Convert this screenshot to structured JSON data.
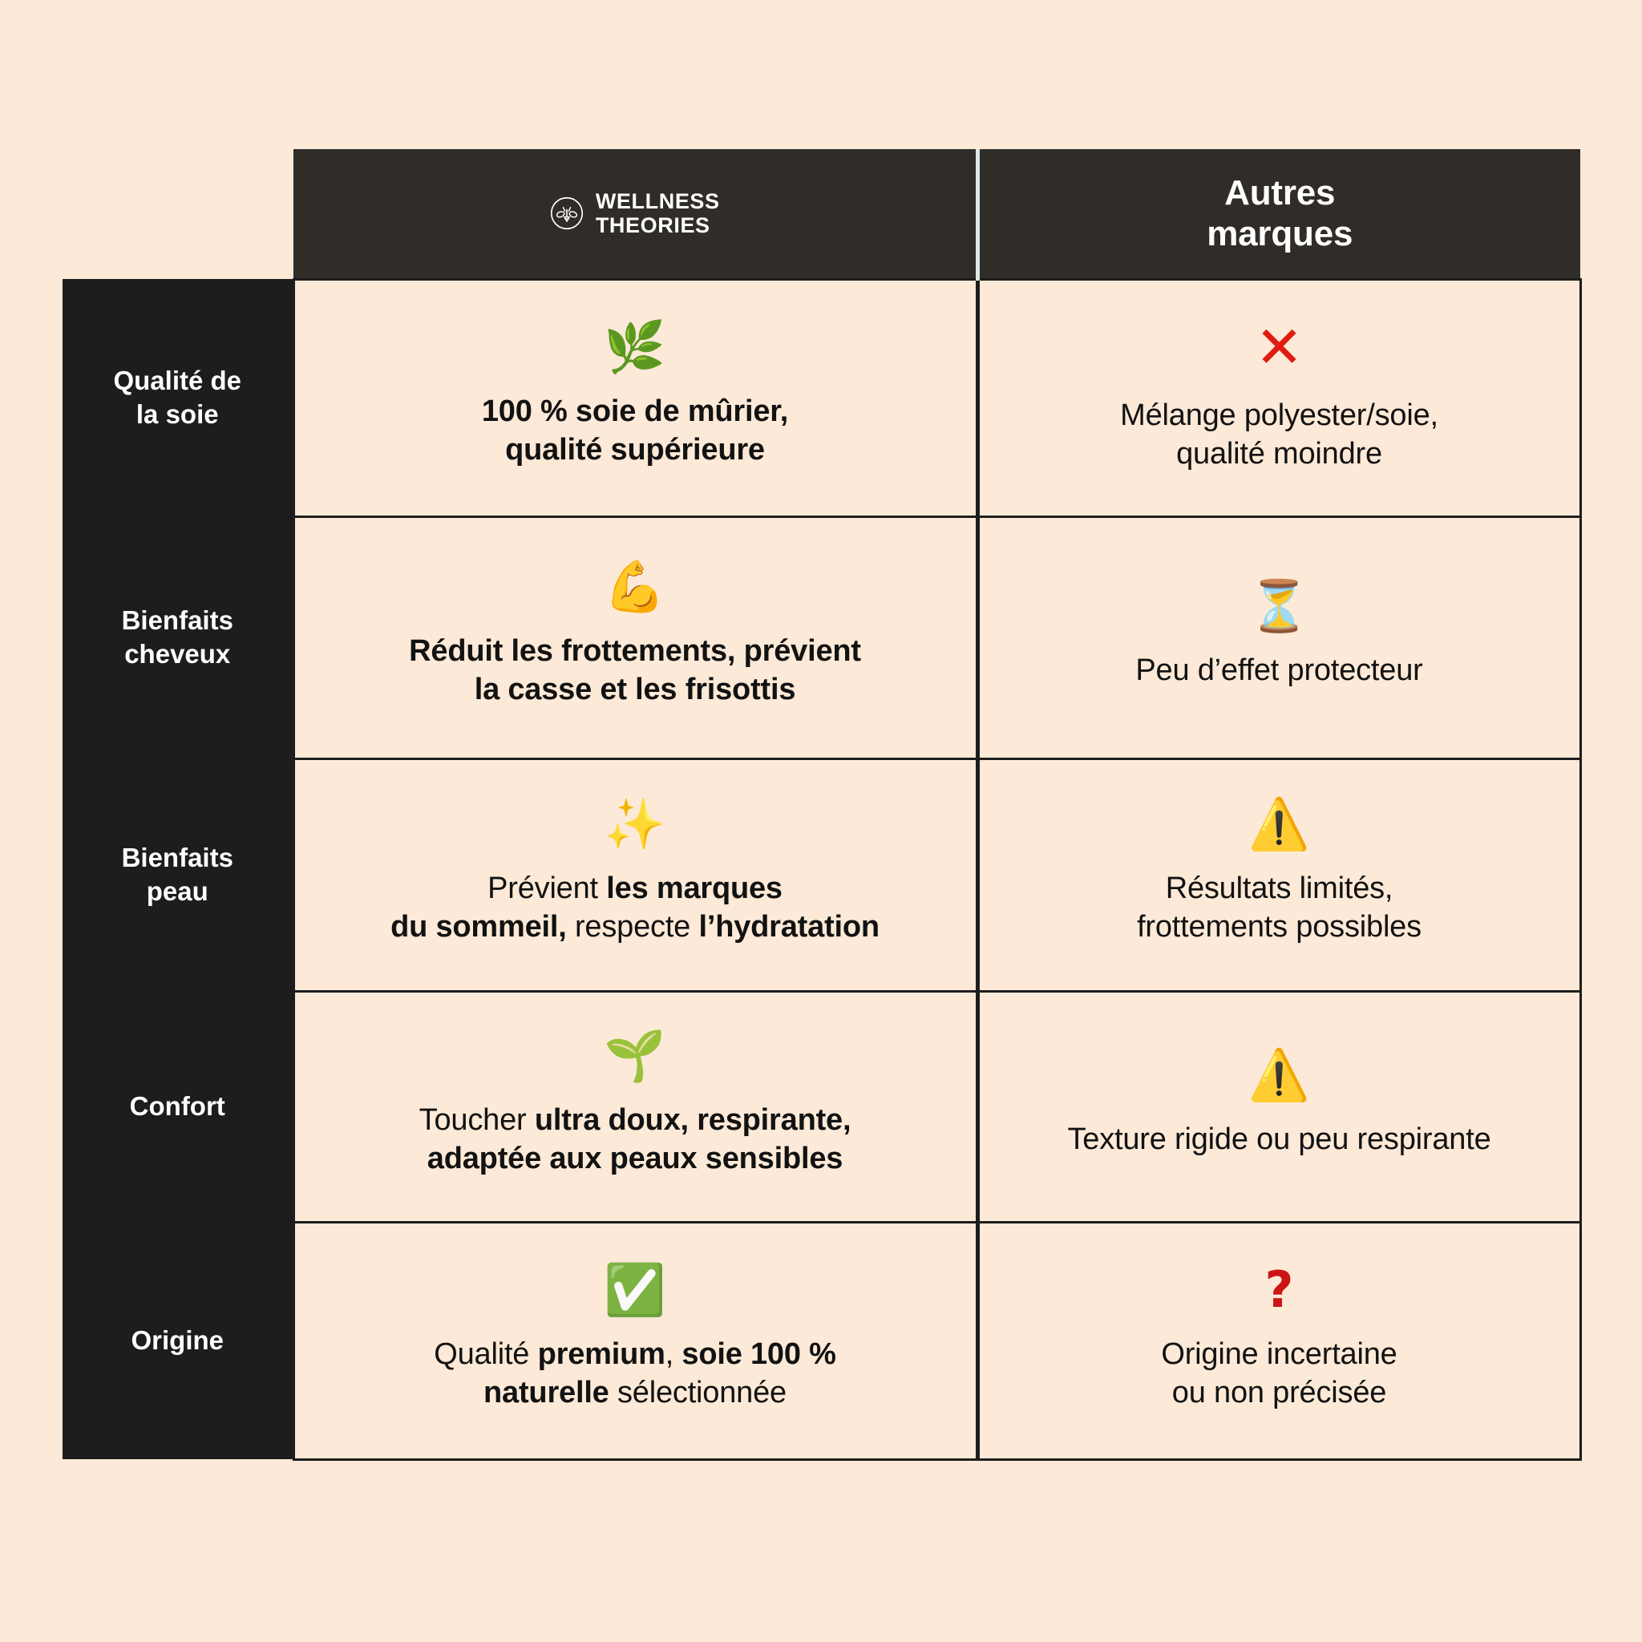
{
  "theme": {
    "background": "#fce9d7",
    "header_dark": "#302c28",
    "label_dark": "#1d1d1d",
    "text_dark": "#121212",
    "accent_red": "#e01b10",
    "question_red": "#cc1414",
    "divider_light": "#dfe8e6"
  },
  "header": {
    "spacer_label": "",
    "brand": {
      "icon": "bee-leaf-circle-logo",
      "line1": "WELLNESS",
      "line2": "THEORIES"
    },
    "others": {
      "line1": "Autres",
      "line2": "marques"
    }
  },
  "rows": [
    {
      "label_line1": "Qualité de",
      "label_line2": "la soie",
      "brand": {
        "icon": "🌿",
        "icon_name": "herb-emoji",
        "text_html": "100 % soie de mûrier,<br>qualité supérieure",
        "bold": true
      },
      "others": {
        "icon": "✕",
        "icon_name": "red-cross-mark-icon",
        "text_html": "Mélange polyester/soie,<br>qualité moindre",
        "bold": false
      }
    },
    {
      "label_line1": "Bienfaits",
      "label_line2": "cheveux",
      "brand": {
        "icon": "💪",
        "icon_name": "flexed-biceps-emoji",
        "text_html": "Réduit les frottements, prévient<br>la casse et les frisottis",
        "bold": true
      },
      "others": {
        "icon": "⏳",
        "icon_name": "hourglass-emoji",
        "text_html": "Peu d’effet protecteur",
        "bold": false
      }
    },
    {
      "label_line1": "Bienfaits",
      "label_line2": "peau",
      "brand": {
        "icon": "✨",
        "icon_name": "sparkles-emoji",
        "text_html": "Prévient <b>les marques</b><br><b>du sommeil,</b> respecte <b>l’hydratation</b>",
        "bold": false
      },
      "others": {
        "icon": "⚠️",
        "icon_name": "warning-emoji",
        "text_html": "Résultats limités,<br>frottements possibles",
        "bold": false
      }
    },
    {
      "label_line1": "Confort",
      "label_line2": "",
      "brand": {
        "icon": "🌱",
        "icon_name": "seedling-emoji",
        "text_html": "Toucher <b>ultra doux, respirante,</b><br><b>adaptée aux peaux sensibles</b>",
        "bold": false
      },
      "others": {
        "icon": "⚠️",
        "icon_name": "warning-emoji",
        "text_html": "Texture rigide ou peu respirante",
        "bold": false
      }
    },
    {
      "label_line1": "Origine",
      "label_line2": "",
      "brand": {
        "icon": "✅",
        "icon_name": "check-mark-button-emoji",
        "text_html": "Qualité <b>premium</b>, <b>soie 100 %</b><br><b>naturelle</b> sélectionnée",
        "bold": false
      },
      "others": {
        "icon": "?",
        "icon_name": "red-question-mark-icon",
        "text_html": "Origine incertaine<br>ou non précisée",
        "bold": false
      }
    }
  ]
}
